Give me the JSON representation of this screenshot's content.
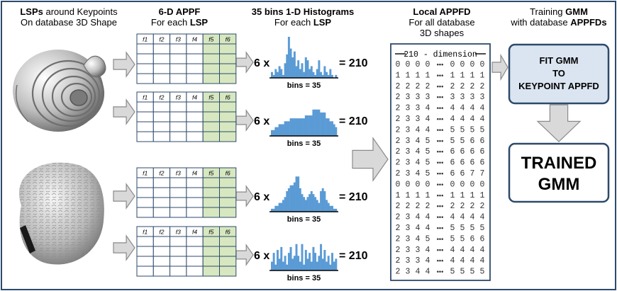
{
  "headers": {
    "lsp": {
      "bold": "LSPs",
      "rest": " around Keypoints",
      "line2": "On database 3D Shape"
    },
    "appf": {
      "line1": "6-D APPF",
      "line2_prefix": "For each ",
      "line2_bold": "LSP"
    },
    "hist": {
      "line1": "35 bins 1-D Histograms",
      "line2_prefix": "For each ",
      "line2_bold": "LSP"
    },
    "local": {
      "line1": "Local APPFD",
      "line2": "For all database",
      "line3": "3D shapes"
    },
    "training": {
      "line1_prefix": "Training ",
      "line1_bold": "GMM",
      "line2_prefix": "with database ",
      "line2_bold": "APPFDs"
    }
  },
  "feature_columns": [
    "f1",
    "f2",
    "f3",
    "f4",
    "f5",
    "f6"
  ],
  "table_rows_per_block": 4,
  "multiplier": "6 x",
  "equals": "= 210",
  "bins_label": "bins = 35",
  "histograms": [
    [
      2,
      1,
      3,
      2,
      4,
      3,
      1,
      5,
      8,
      14,
      10,
      7,
      9,
      4,
      6,
      3,
      5,
      2,
      7,
      6,
      3,
      4,
      2,
      1,
      3,
      6,
      2,
      1,
      4,
      2,
      1,
      3,
      1,
      0,
      1
    ],
    [
      2,
      2,
      3,
      3,
      4,
      4,
      4,
      5,
      5,
      5,
      6,
      6,
      6,
      6,
      6,
      6,
      6,
      6,
      7,
      7,
      7,
      7,
      9,
      9,
      9,
      9,
      8,
      8,
      8,
      6,
      6,
      5,
      5,
      4,
      3
    ],
    [
      1,
      1,
      2,
      2,
      3,
      3,
      4,
      5,
      7,
      8,
      9,
      9,
      10,
      12,
      12,
      8,
      6,
      5,
      4,
      5,
      6,
      7,
      6,
      5,
      4,
      3,
      7,
      8,
      7,
      4,
      3,
      2,
      2,
      1,
      1
    ],
    [
      3,
      6,
      2,
      7,
      4,
      8,
      3,
      5,
      2,
      6,
      8,
      4,
      5,
      9,
      5,
      3,
      9,
      2,
      7,
      4,
      6,
      3,
      8,
      6,
      3,
      5,
      9,
      4,
      7,
      3,
      5,
      2,
      6,
      3,
      4
    ]
  ],
  "appfd": {
    "header": "210 - dimension",
    "ellipsis": "•••",
    "rows": [
      [
        "0",
        "0",
        "0",
        "0",
        "0",
        "0",
        "0",
        "0"
      ],
      [
        "1",
        "1",
        "1",
        "1",
        "1",
        "1",
        "1",
        "1"
      ],
      [
        "2",
        "2",
        "2",
        "2",
        "2",
        "2",
        "2",
        "2"
      ],
      [
        "2",
        "3",
        "3",
        "3",
        "3",
        "3",
        "3",
        "3"
      ],
      [
        "2",
        "3",
        "3",
        "4",
        "4",
        "4",
        "4",
        "4"
      ],
      [
        "2",
        "3",
        "3",
        "4",
        "4",
        "4",
        "4",
        "4"
      ],
      [
        "2",
        "3",
        "4",
        "4",
        "5",
        "5",
        "5",
        "5"
      ],
      [
        "2",
        "3",
        "4",
        "5",
        "5",
        "5",
        "6",
        "6"
      ],
      [
        "2",
        "3",
        "4",
        "5",
        "6",
        "6",
        "6",
        "6"
      ],
      [
        "2",
        "3",
        "4",
        "5",
        "6",
        "6",
        "6",
        "6"
      ],
      [
        "2",
        "3",
        "4",
        "5",
        "6",
        "6",
        "7",
        "7"
      ],
      [
        "0",
        "0",
        "0",
        "0",
        "0",
        "0",
        "0",
        "0"
      ],
      [
        "1",
        "1",
        "1",
        "1",
        "1",
        "1",
        "1",
        "1"
      ],
      [
        "2",
        "2",
        "2",
        "2",
        "2",
        "2",
        "2",
        "2"
      ],
      [
        "2",
        "3",
        "4",
        "4",
        "4",
        "4",
        "4",
        "4"
      ],
      [
        "2",
        "3",
        "4",
        "4",
        "5",
        "5",
        "5",
        "5"
      ],
      [
        "2",
        "3",
        "4",
        "5",
        "5",
        "5",
        "6",
        "6"
      ],
      [
        "2",
        "3",
        "3",
        "4",
        "4",
        "4",
        "4",
        "4"
      ],
      [
        "2",
        "3",
        "3",
        "4",
        "4",
        "4",
        "4",
        "4"
      ],
      [
        "2",
        "3",
        "4",
        "4",
        "5",
        "5",
        "5",
        "5"
      ]
    ]
  },
  "fit_box": {
    "line1": "FIT GMM",
    "line2": "TO",
    "line3": "KEYPOINT APPFD"
  },
  "trained_box": {
    "line1": "TRAINED",
    "line2": "GMM"
  },
  "colors": {
    "border": "#2d4a6b",
    "bar": "#5b9bd5",
    "green_cell": "#d7e8c1",
    "arrow_fill": "#d9d9d9",
    "arrow_stroke": "#8a8a8a"
  }
}
